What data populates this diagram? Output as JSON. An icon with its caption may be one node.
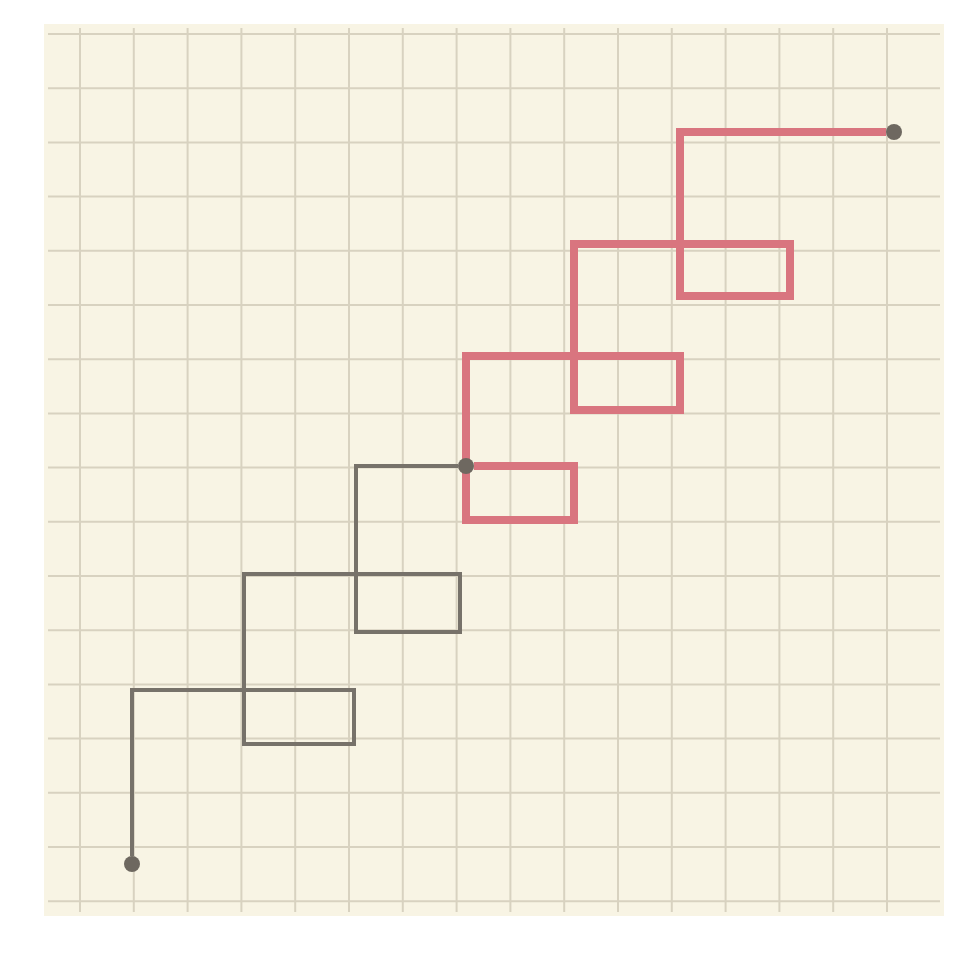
{
  "diagram": {
    "nodes": [
      {
        "text": [],
        "shape": "circle"
      },
      {
        "text": [],
        "shape": "circle"
      },
      {
        "text": [],
        "shape": "circle"
      }
    ],
    "edges": [
      {
        "from": 0,
        "to": 1,
        "arrow": "none"
      },
      {
        "from": 1,
        "to": 2,
        "arrow": "none",
        "style": "thick",
        "color": "#d9757f"
      }
    ]
  }
}
